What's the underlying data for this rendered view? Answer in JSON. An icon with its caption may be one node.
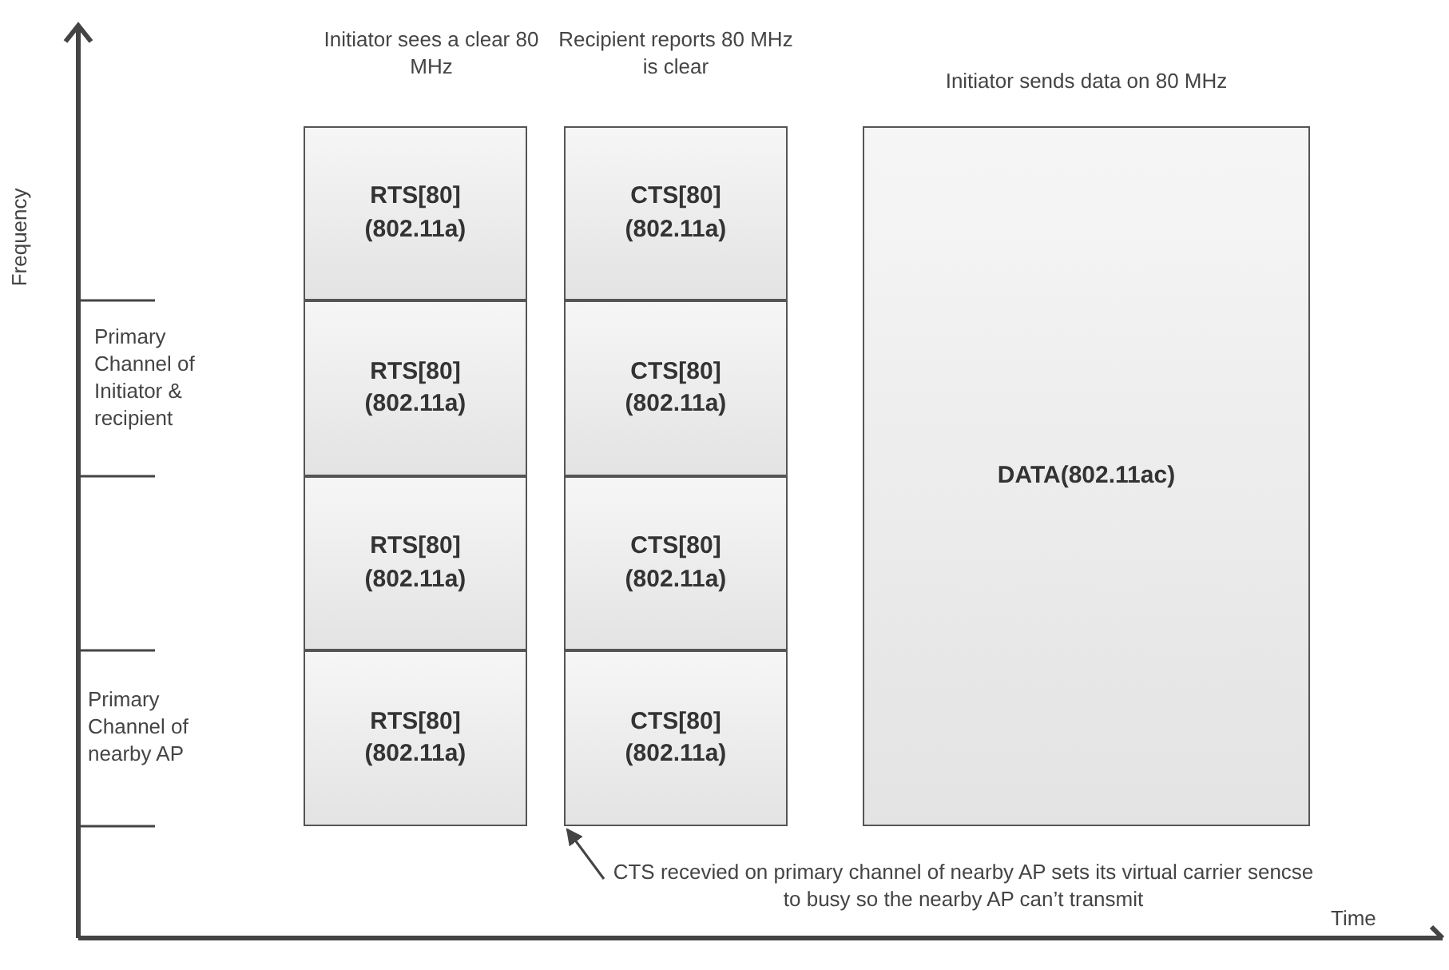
{
  "diagram": {
    "nodes": [
      {
        "text": [
          "RTS[80] (802.11a)"
        ]
      },
      {
        "text": [
          "RTS[80] (802.11a)"
        ]
      },
      {
        "text": [
          "RTS[80] (802.11a)"
        ]
      },
      {
        "text": [
          "RTS[80] (802.11a)"
        ]
      },
      {
        "text": [
          "CTS[80] (802.11a)"
        ]
      },
      {
        "text": [
          "CTS[80] (802.11a)"
        ]
      },
      {
        "text": [
          "CTS[80] (802.11a)"
        ]
      },
      {
        "text": [
          "CTS[80] (802.11a)"
        ]
      },
      {
        "text": [
          "DATA(802.11ac)"
        ]
      },
      {
        "text": [
          "CTS recevied on primary channel of nearby AP sets its virtual carrier sencse to busy so the nearby AP can’t transmit"
        ]
      }
    ],
    "edges": [
      {
        "from": 9,
        "to": 7,
        "arrow": "to"
      }
    ],
    "labels": [
      "Initiator sees a clear 80 MHz",
      "Recipient reports 80 MHz is clear",
      "Initiator sends data on 80 MHz",
      "Frequency",
      "Primary Channel of Initiator & recipient",
      "Primary Channel of nearby AP",
      "Time"
    ]
  }
}
